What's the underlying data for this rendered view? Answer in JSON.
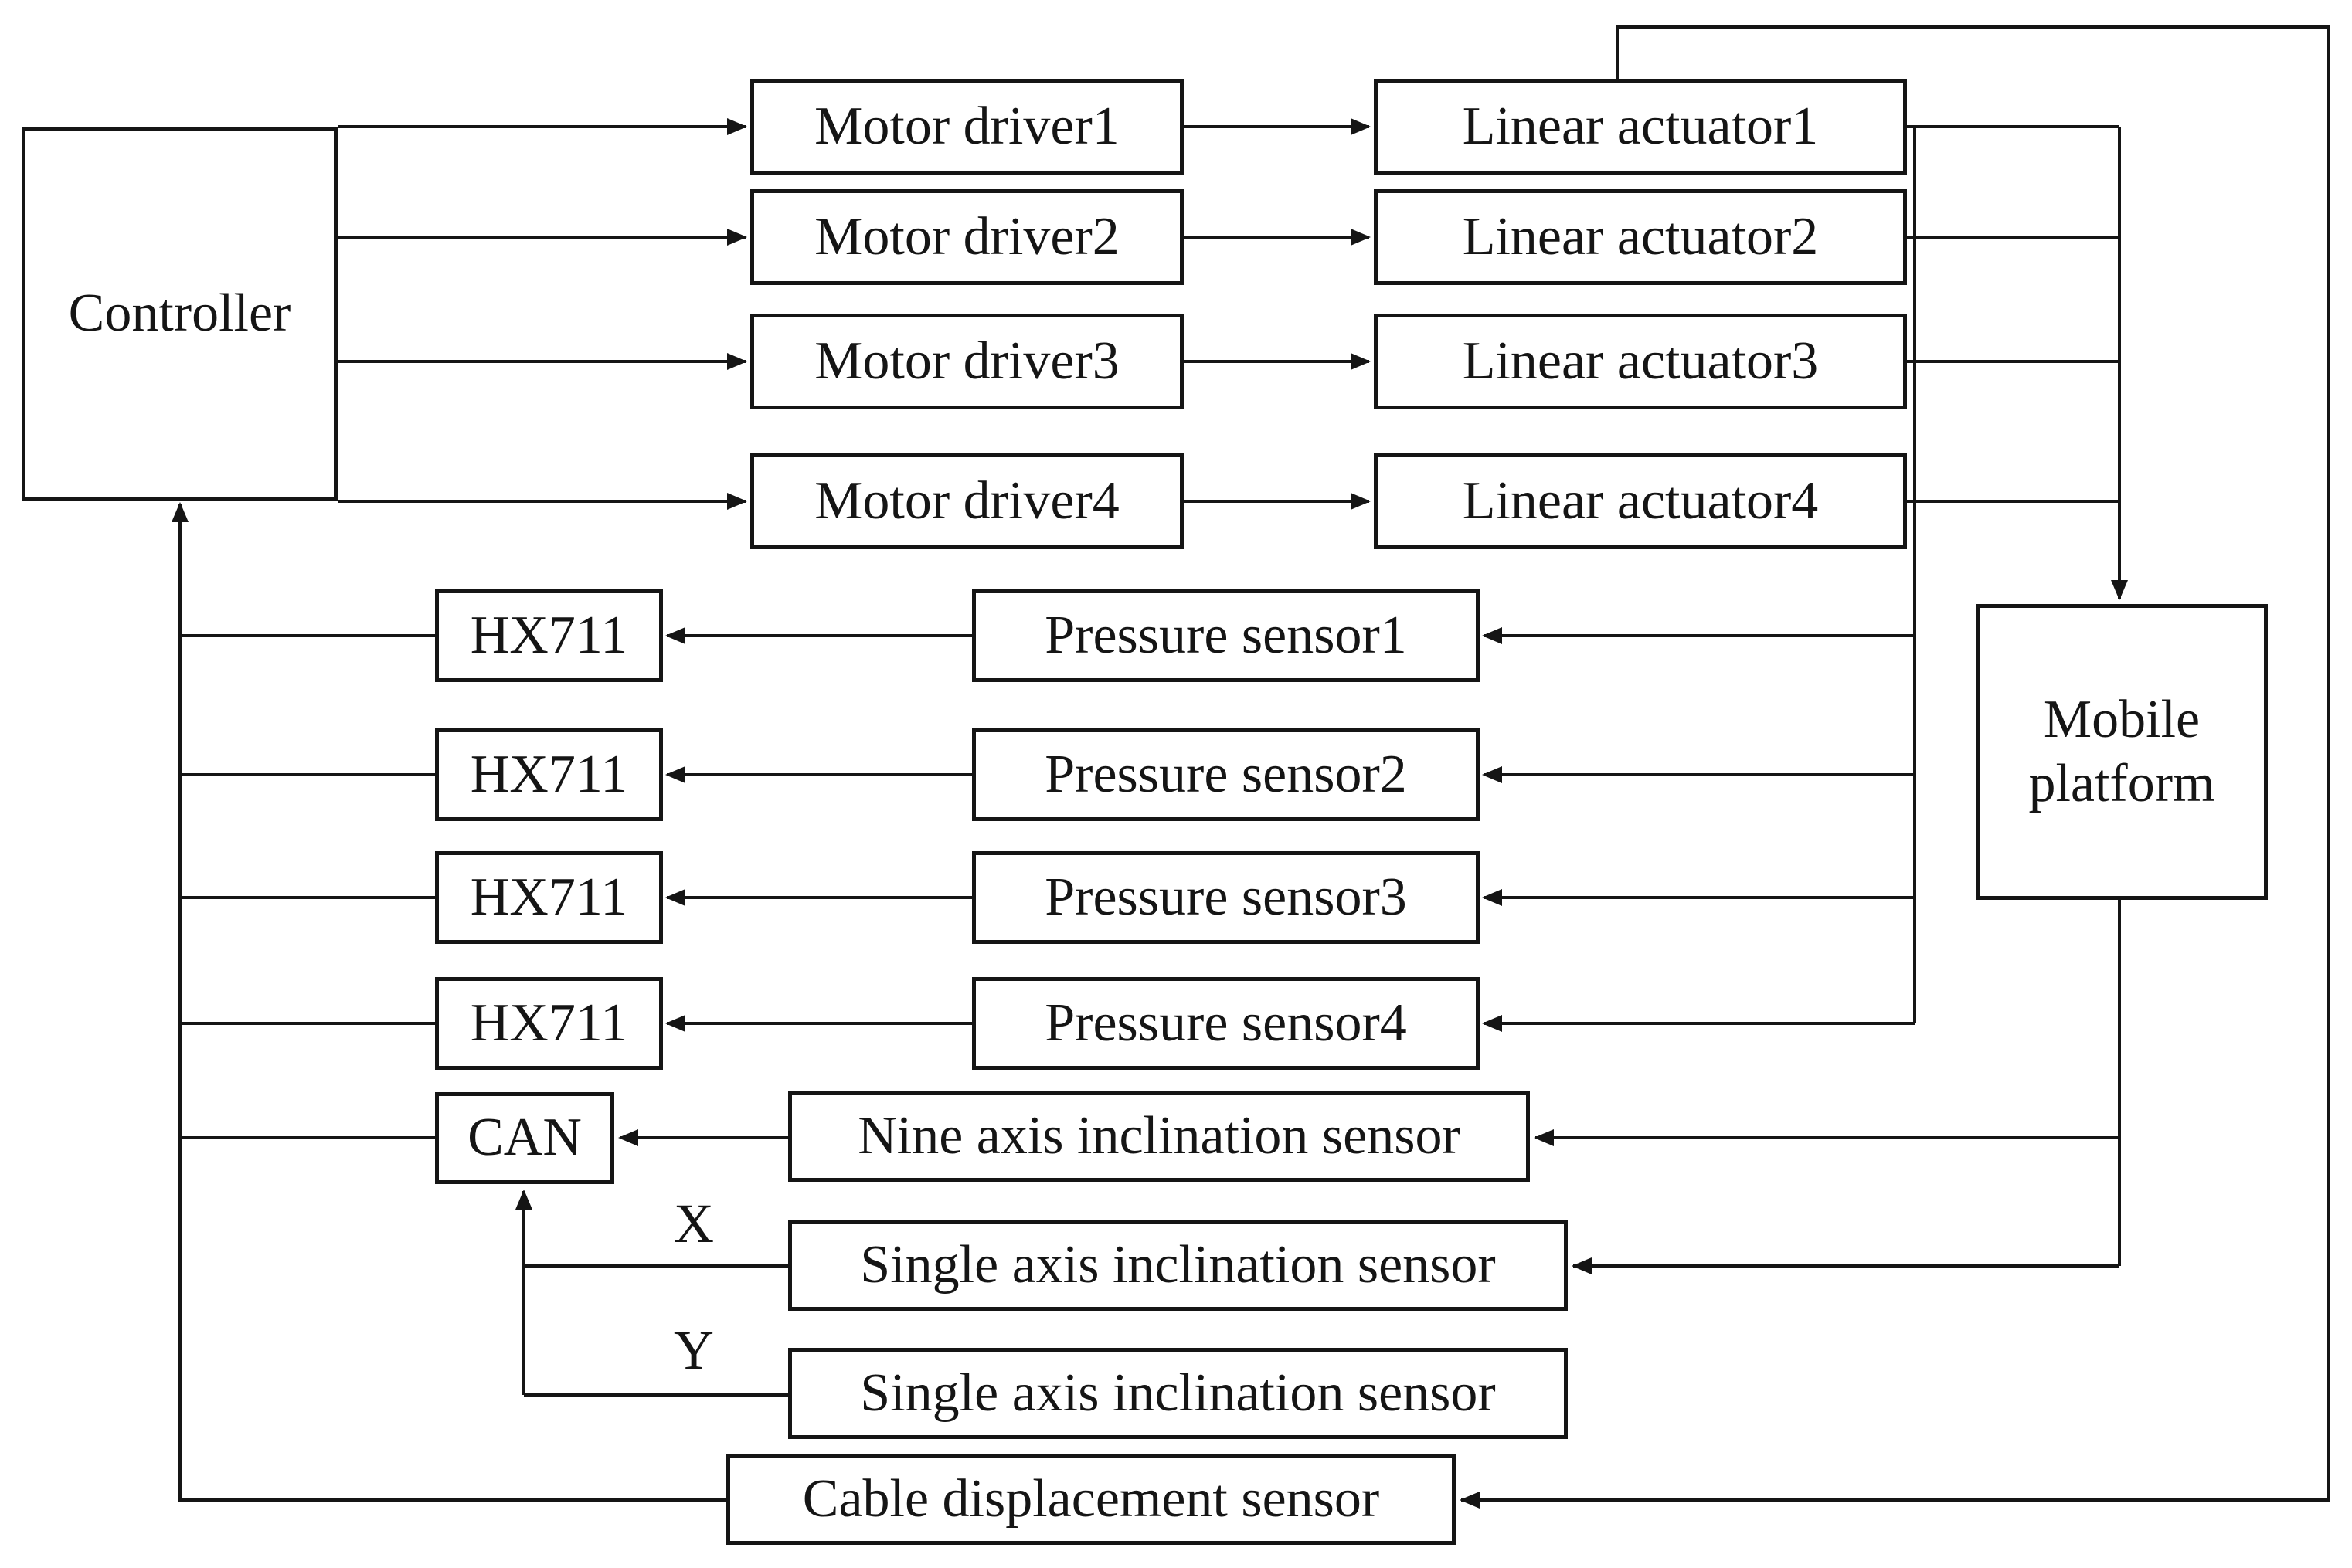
{
  "diagram": {
    "background_color": "#ffffff",
    "line_color": "#151515"
  },
  "nodes": {
    "controller": {
      "label": "Controller"
    },
    "motor_driver_1": {
      "label": "Motor driver1"
    },
    "motor_driver_2": {
      "label": "Motor driver2"
    },
    "motor_driver_3": {
      "label": "Motor driver3"
    },
    "motor_driver_4": {
      "label": "Motor driver4"
    },
    "linear_actuator_1": {
      "label": "Linear actuator1"
    },
    "linear_actuator_2": {
      "label": "Linear actuator2"
    },
    "linear_actuator_3": {
      "label": "Linear actuator3"
    },
    "linear_actuator_4": {
      "label": "Linear actuator4"
    },
    "hx711_1": {
      "label": "HX711"
    },
    "hx711_2": {
      "label": "HX711"
    },
    "hx711_3": {
      "label": "HX711"
    },
    "hx711_4": {
      "label": "HX711"
    },
    "pressure_sensor_1": {
      "label": "Pressure sensor1"
    },
    "pressure_sensor_2": {
      "label": "Pressure sensor2"
    },
    "pressure_sensor_3": {
      "label": "Pressure sensor3"
    },
    "pressure_sensor_4": {
      "label": "Pressure sensor4"
    },
    "mobile_platform": {
      "label": "Mobile platform"
    },
    "can": {
      "label": "CAN"
    },
    "nine_axis_inclination_sensor": {
      "label": "Nine axis inclination sensor"
    },
    "single_axis_inclination_sensor_x": {
      "label": "Single axis inclination sensor"
    },
    "single_axis_inclination_sensor_y": {
      "label": "Single axis inclination sensor"
    },
    "cable_displacement_sensor": {
      "label": "Cable displacement sensor"
    }
  },
  "edge_labels": {
    "x": "X",
    "y": "Y"
  }
}
